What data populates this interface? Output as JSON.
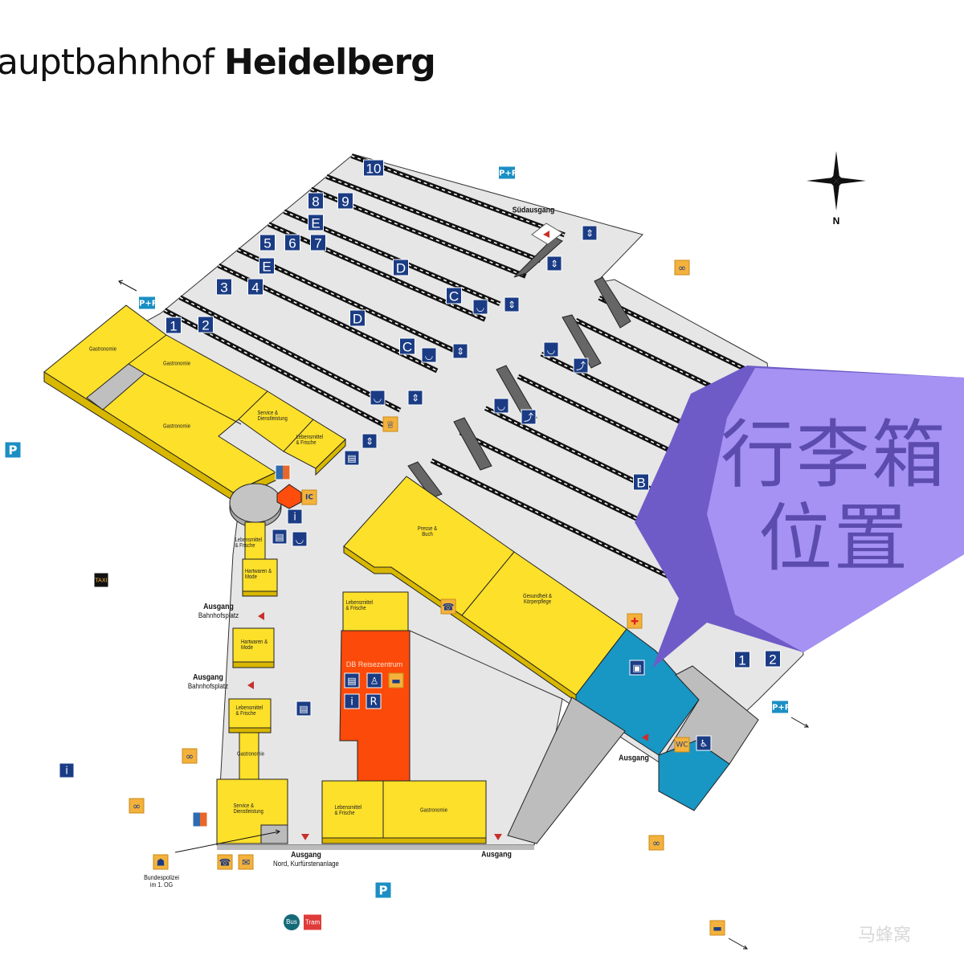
{
  "title": {
    "prefix": "auptbahnhof",
    "bold": "Heidelberg"
  },
  "compass": {
    "north": "N"
  },
  "platforms_west": [
    "1",
    "2",
    "3",
    "4",
    "5",
    "6",
    "7",
    "8",
    "9",
    "10"
  ],
  "platforms_east": [
    "1",
    "2"
  ],
  "sectors": [
    "E",
    "E",
    "D",
    "D",
    "C",
    "C",
    "B"
  ],
  "shops": {
    "gastronomie": "Gastronomie",
    "service": "Service & Dienstleistung",
    "lebensmittel": "Lebensmittel & Frische",
    "hartwaren": "Hartwaren & Mode",
    "presse": "Presse & Buch",
    "gesundheit": "Gesundheit & Körperpflege",
    "reisezentrum": "DB Reisezentrum"
  },
  "exits": {
    "sued": "Südausgang",
    "ausgang": "Ausgang",
    "bahnhofsplatz": "Bahnhofsplatz",
    "nord": "Nord, Kurfürstenanlage"
  },
  "police": {
    "line1": "Bundespolizei",
    "line2": "im 1. OG"
  },
  "symbols": {
    "park_ride": "P+R",
    "parking": "P",
    "taxi": "TAXI",
    "wc": "WC",
    "bus": "Bus",
    "tram": "Tram",
    "ic": "IC",
    "reservation": "R",
    "info": "i"
  },
  "overlay": {
    "line1": "行李箱",
    "line2": "位置"
  },
  "watermark": "马蜂窝",
  "colors": {
    "shop": "#fde02a",
    "service": "#1896c4",
    "travel_center": "#fc4a0a",
    "floor": "#e6e6e6",
    "overlay_dark": "#6f5bc7",
    "overlay_light": "#a592f2",
    "sign_blue": "#1b3c85"
  }
}
